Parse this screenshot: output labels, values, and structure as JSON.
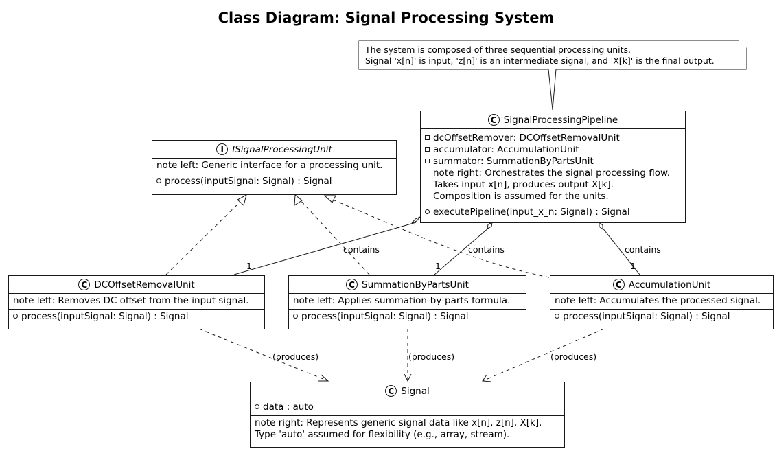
{
  "title": "Class Diagram: Signal Processing System",
  "top_note": {
    "lines": [
      "The system is composed of three sequential processing units.",
      "Signal 'x[n]' is input, 'z[n]' is an intermediate signal, and 'X[k]' is the final output."
    ]
  },
  "interface": {
    "stereotype_letter": "I",
    "name": "ISignalProcessingUnit",
    "note": "note left: Generic interface for a processing unit.",
    "method": "process(inputSignal: Signal) : Signal"
  },
  "pipeline": {
    "stereotype_letter": "C",
    "name": "SignalProcessingPipeline",
    "fields": [
      "dcOffsetRemover: DCOffsetRemovalUnit",
      "accumulator: AccumulationUnit",
      "summator: SummationByPartsUnit"
    ],
    "note_lines": [
      "note right: Orchestrates the signal processing flow.",
      "Takes input x[n], produces output X[k].",
      "Composition is assumed for the units."
    ],
    "method": "executePipeline(input_x_n: Signal) : Signal"
  },
  "dc_unit": {
    "stereotype_letter": "C",
    "name": "DCOffsetRemovalUnit",
    "note": "note left: Removes DC offset from the input signal.",
    "method": "process(inputSignal: Signal) : Signal"
  },
  "sum_unit": {
    "stereotype_letter": "C",
    "name": "SummationByPartsUnit",
    "note": "note left: Applies summation-by-parts formula.",
    "method": "process(inputSignal: Signal) : Signal"
  },
  "acc_unit": {
    "stereotype_letter": "C",
    "name": "AccumulationUnit",
    "note": "note left: Accumulates the processed signal.",
    "method": "process(inputSignal: Signal) : Signal"
  },
  "signal": {
    "stereotype_letter": "C",
    "name": "Signal",
    "field": "data : auto",
    "note_lines": [
      "note right: Represents generic signal data like x[n], z[n], X[k].",
      "Type 'auto' assumed for flexibility (e.g., array, stream)."
    ]
  },
  "labels": {
    "contains_1": "contains",
    "contains_2": "contains",
    "contains_3": "contains",
    "mult_1": "1",
    "mult_2": "1",
    "mult_3": "1",
    "produces_1": "(produces)",
    "produces_2": "(produces)",
    "produces_3": "(produces)"
  }
}
